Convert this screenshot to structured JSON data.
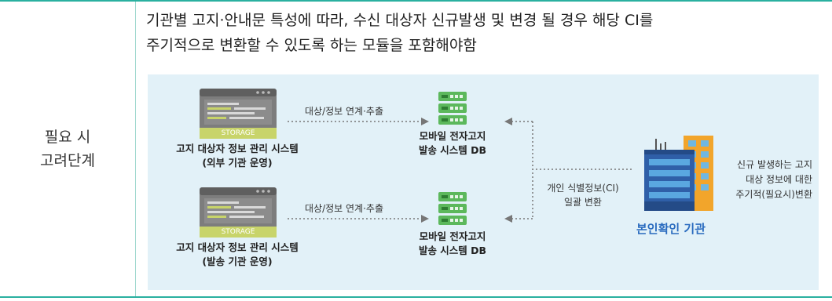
{
  "left_cell": {
    "line1": "필요 시",
    "line2": "고려단계"
  },
  "intro": {
    "line1": "기관별 고지·안내문 특성에 따라, 수신 대상자 신규발생 및 변경 될 경우 해당 CI를",
    "line2": "주기적으로 변환할 수 있도록 하는 모듈을 포함해야함"
  },
  "diagram": {
    "top_source": {
      "storage_label": "STORAGE",
      "name_line1": "고지 대상자 정보 관리 시스템",
      "name_line2": "(외부 기관 운영)"
    },
    "bottom_source": {
      "storage_label": "STORAGE",
      "name_line1": "고지 대상자 정보 관리 시스템",
      "name_line2": "(발송 기관 운영)"
    },
    "top_arrow_label": "대상/정보 연계·추출",
    "bottom_arrow_label": "대상/정보 연계·추출",
    "top_db": {
      "line1": "모바일 전자고지",
      "line2": "발송 시스템 DB"
    },
    "bottom_db": {
      "line1": "모바일 전자고지",
      "line2": "발송 시스템 DB"
    },
    "conversion_label": {
      "line1": "개인 식별정보(CI)",
      "line2": "일괄 변환"
    },
    "org_name": "본인확인 기관",
    "org_note": {
      "line1": "신규 발생하는 고지",
      "line2": "대상 정보에 대한",
      "line3": "주기적(필요시)변환"
    },
    "colors": {
      "panel_bg": "#e2f1f8",
      "server_gray": "#7a7a7a",
      "storage_band": "#c8d46a",
      "db_green": "#5cb85c",
      "building_blue": "#2f5fa8",
      "building_orange": "#f2a52b",
      "org_text": "#2a6bbf",
      "accent_line": "#2ab0a0"
    }
  }
}
